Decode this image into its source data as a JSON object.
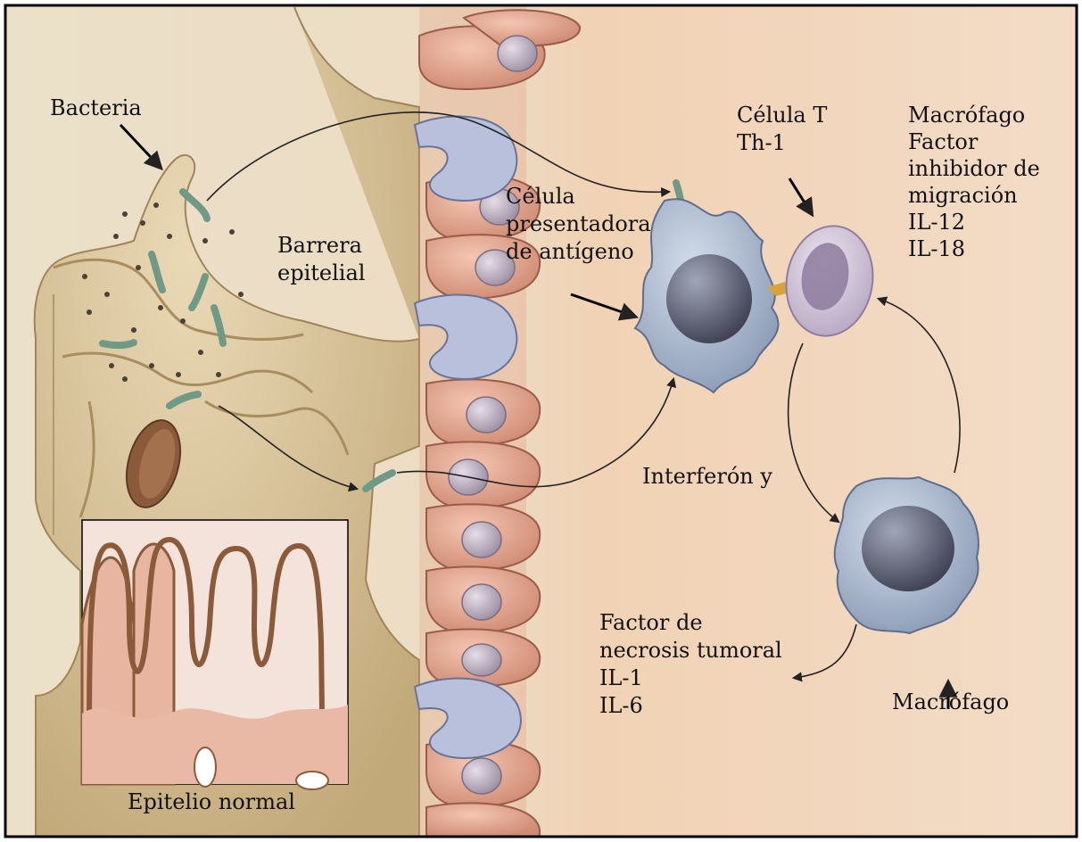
{
  "labels": {
    "bacteria": "Bacteria",
    "epithelial_barrier": [
      "Barrera",
      "epitelial"
    ],
    "apc": [
      "Célula",
      "presentadora",
      "de antígeno"
    ],
    "t_cell": [
      "Célula T",
      "Th-1"
    ],
    "macrophage_factors": [
      "Macrófago",
      "Factor",
      "inhibidor de",
      "migración",
      "IL-12",
      "IL-18"
    ],
    "interferon": "Interferón y",
    "tnf": [
      "Factor de",
      "necrosis tumoral",
      "IL-1",
      "IL-6"
    ],
    "macrophage": "Macrófago",
    "inset": "Epitelio normal"
  },
  "colors": {
    "border": "#000000",
    "background_left": "#e9dcc1",
    "background_right": "#f0d2b5",
    "intestine": "#d9c49a",
    "epithelial_cell": "#e9aa92",
    "dendritic_cell": "#aab7cc",
    "t_cell": "#c9bcd2",
    "bacteria": "#6f9a86",
    "mucosa": "#e7b5a1"
  }
}
